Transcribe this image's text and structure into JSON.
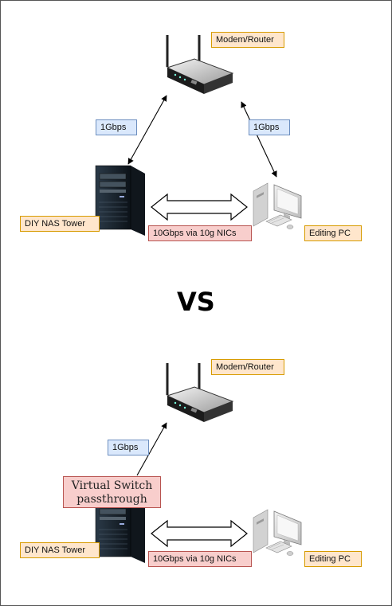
{
  "diagram_top": {
    "router_label": "Modem/Router",
    "link_nas_router": "1Gbps",
    "link_pc_router": "1Gbps",
    "nas_label": "DIY NAS Tower",
    "pc_label": "Editing PC",
    "link_nas_pc": "10Gbps via 10g NICs"
  },
  "separator": "VS",
  "diagram_bottom": {
    "router_label": "Modem/Router",
    "link_switch_router": "1Gbps",
    "switch_label": "Virtual Switch passthrough",
    "nas_label": "DIY NAS Tower",
    "pc_label": "Editing PC",
    "link_nas_pc": "10Gbps via 10g NICs"
  },
  "colors": {
    "orange_fill": "#ffe6cc",
    "blue_fill": "#dae8fc",
    "red_fill": "#f8cecc"
  },
  "icons": [
    "router-icon",
    "server-tower-icon",
    "desktop-pc-icon"
  ]
}
